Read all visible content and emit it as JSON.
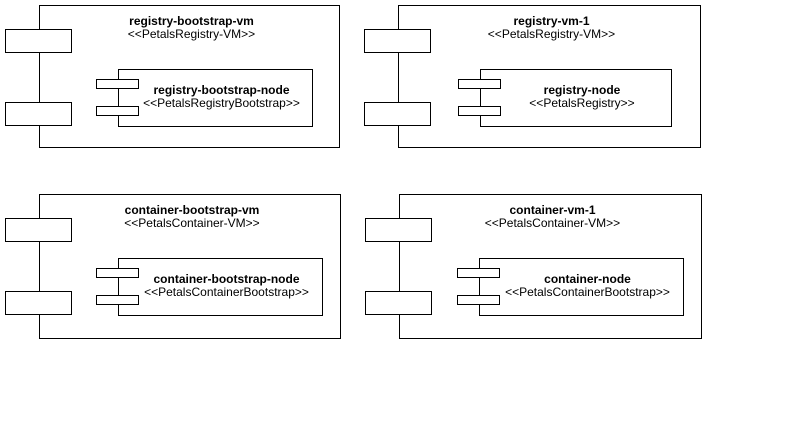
{
  "diagram": {
    "type": "uml-component-diagram",
    "colors": {
      "line": "#000000",
      "fill": "#ffffff",
      "background": "#ffffff"
    },
    "components": [
      {
        "name": "registry-bootstrap-vm",
        "stereotype": "<<PetalsRegistry-VM>>",
        "node": {
          "name": "registry-bootstrap-node",
          "stereotype": "<<PetalsRegistryBootstrap>>"
        }
      },
      {
        "name": "registry-vm-1",
        "stereotype": "<<PetalsRegistry-VM>>",
        "node": {
          "name": "registry-node",
          "stereotype": "<<PetalsRegistry>>"
        }
      },
      {
        "name": "container-bootstrap-vm",
        "stereotype": "<<PetalsContainer-VM>>",
        "node": {
          "name": "container-bootstrap-node",
          "stereotype": "<<PetalsContainerBootstrap>>"
        }
      },
      {
        "name": "container-vm-1",
        "stereotype": "<<PetalsContainer-VM>>",
        "node": {
          "name": "container-node",
          "stereotype": "<<PetalsContainerBootstrap>>"
        }
      }
    ]
  }
}
